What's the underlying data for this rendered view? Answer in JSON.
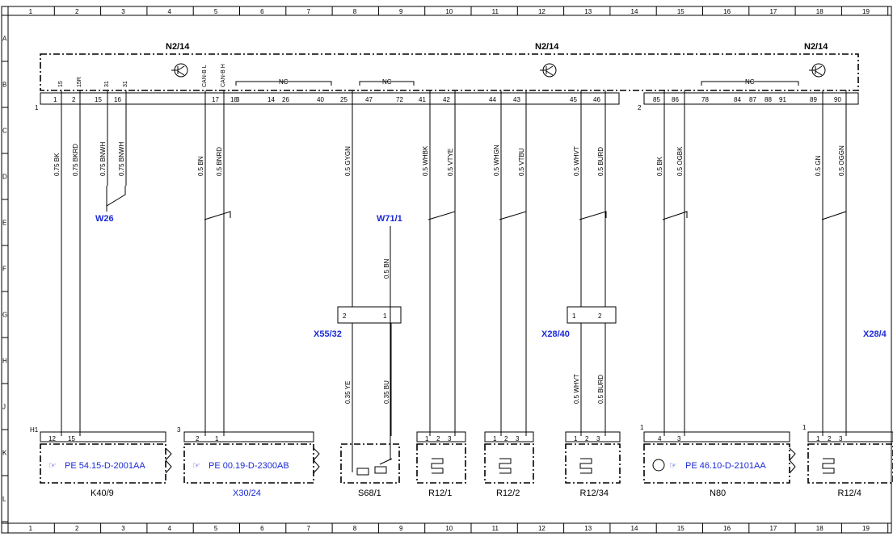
{
  "grid": {
    "columns": [
      "1",
      "2",
      "3",
      "4",
      "5",
      "6",
      "7",
      "8",
      "9",
      "10",
      "11",
      "12",
      "13",
      "14",
      "15",
      "16",
      "17",
      "18",
      "19"
    ],
    "rows": [
      "A",
      "B",
      "C",
      "D",
      "E",
      "F",
      "G",
      "H",
      "J",
      "K",
      "L"
    ]
  },
  "module": {
    "name": "N2/14",
    "left_pins": [
      "1",
      "2",
      "15",
      "16",
      "17",
      "18",
      "3",
      "14",
      "26",
      "40",
      "25",
      "47",
      "72",
      "41",
      "42",
      "44",
      "43",
      "45",
      "46"
    ],
    "right_pins": [
      "85",
      "86",
      "78",
      "84",
      "87",
      "88",
      "91",
      "89",
      "90"
    ],
    "vertical_labels": [
      "15",
      "15R",
      "31",
      "31",
      "CAN-B L",
      "CAN-B H"
    ],
    "nc_label": "NC",
    "plug1": "1",
    "plug2": "2"
  },
  "wires": [
    {
      "label": "0.75 BK"
    },
    {
      "label": "0.75 BKRD"
    },
    {
      "label": "0.75 BNWH"
    },
    {
      "label": "0.75 BNWH"
    },
    {
      "label": "0.5 BN"
    },
    {
      "label": "0.5 BNRD"
    },
    {
      "label": "0.5 GYGN"
    },
    {
      "label": "0.5 WHBK"
    },
    {
      "label": "0.5 VTYE"
    },
    {
      "label": "0.5 WHGN"
    },
    {
      "label": "0.5 VTBU"
    },
    {
      "label": "0.5 WHVT"
    },
    {
      "label": "0.5 BURD"
    },
    {
      "label": "0.5 BK"
    },
    {
      "label": "0.5 OGBK"
    },
    {
      "label": "0.5 GN"
    },
    {
      "label": "0.5 OGGN"
    },
    {
      "label": "0.5 BN"
    },
    {
      "label": "0.35 YE"
    },
    {
      "label": "0.35 BU"
    },
    {
      "label": "0.5 WHVT"
    },
    {
      "label": "0.5 BURD"
    }
  ],
  "connectors": {
    "w26": "W26",
    "w71": "W71/1",
    "x55": "X55/32",
    "x28": "X28/40",
    "x28b": "X28/4",
    "pin1": "1",
    "pin2": "2"
  },
  "components": {
    "k40": {
      "name": "K40/9",
      "ref": "PE 54.15-D-2001AA",
      "pins": [
        "12",
        "15"
      ],
      "tag": "H1"
    },
    "x30": {
      "name": "X30/24",
      "ref": "PE 00.19-D-2300AB",
      "pins": [
        "2",
        "1"
      ],
      "tag": "3"
    },
    "s68": {
      "name": "S68/1"
    },
    "r121": {
      "name": "R12/1",
      "pins": [
        "1",
        "2",
        "3"
      ]
    },
    "r122": {
      "name": "R12/2",
      "pins": [
        "1",
        "2",
        "3"
      ]
    },
    "r1234": {
      "name": "R12/34",
      "pins": [
        "1",
        "2",
        "3"
      ]
    },
    "n80": {
      "name": "N80",
      "ref": "PE 46.10-D-2101AA",
      "pins": [
        "4",
        "3"
      ],
      "tag": "1"
    },
    "r124": {
      "name": "R12/4",
      "pins": [
        "1",
        "2",
        "3"
      ],
      "tag": "1"
    }
  },
  "ref_symbol": "☞"
}
